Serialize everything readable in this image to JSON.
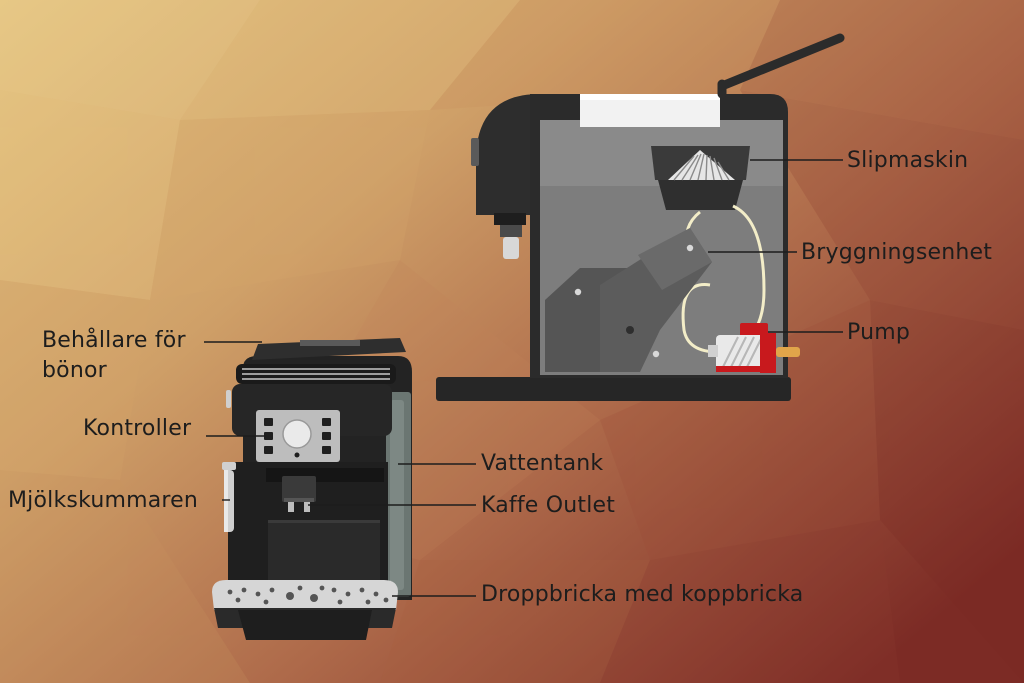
{
  "colors": {
    "bg_light": "#e2c07f",
    "bg_dark": "#7f2e26",
    "machine_body": "#2b2b2b",
    "cutaway_interior": "#858585",
    "pump_red": "#c8191d",
    "text": "#1d1d1d"
  },
  "labels": {
    "grinder": "Slipmaskin",
    "brew_unit": "Bryggningsenhet",
    "pump": "Pump",
    "bean_container": "Behållare för\nbönor",
    "controls": "Kontroller",
    "milk_frother": "Mjölkskummaren",
    "water_tank": "Vattentank",
    "coffee_outlet": "Kaffe Outlet",
    "drip_tray": "Droppbricka med koppbricka"
  }
}
